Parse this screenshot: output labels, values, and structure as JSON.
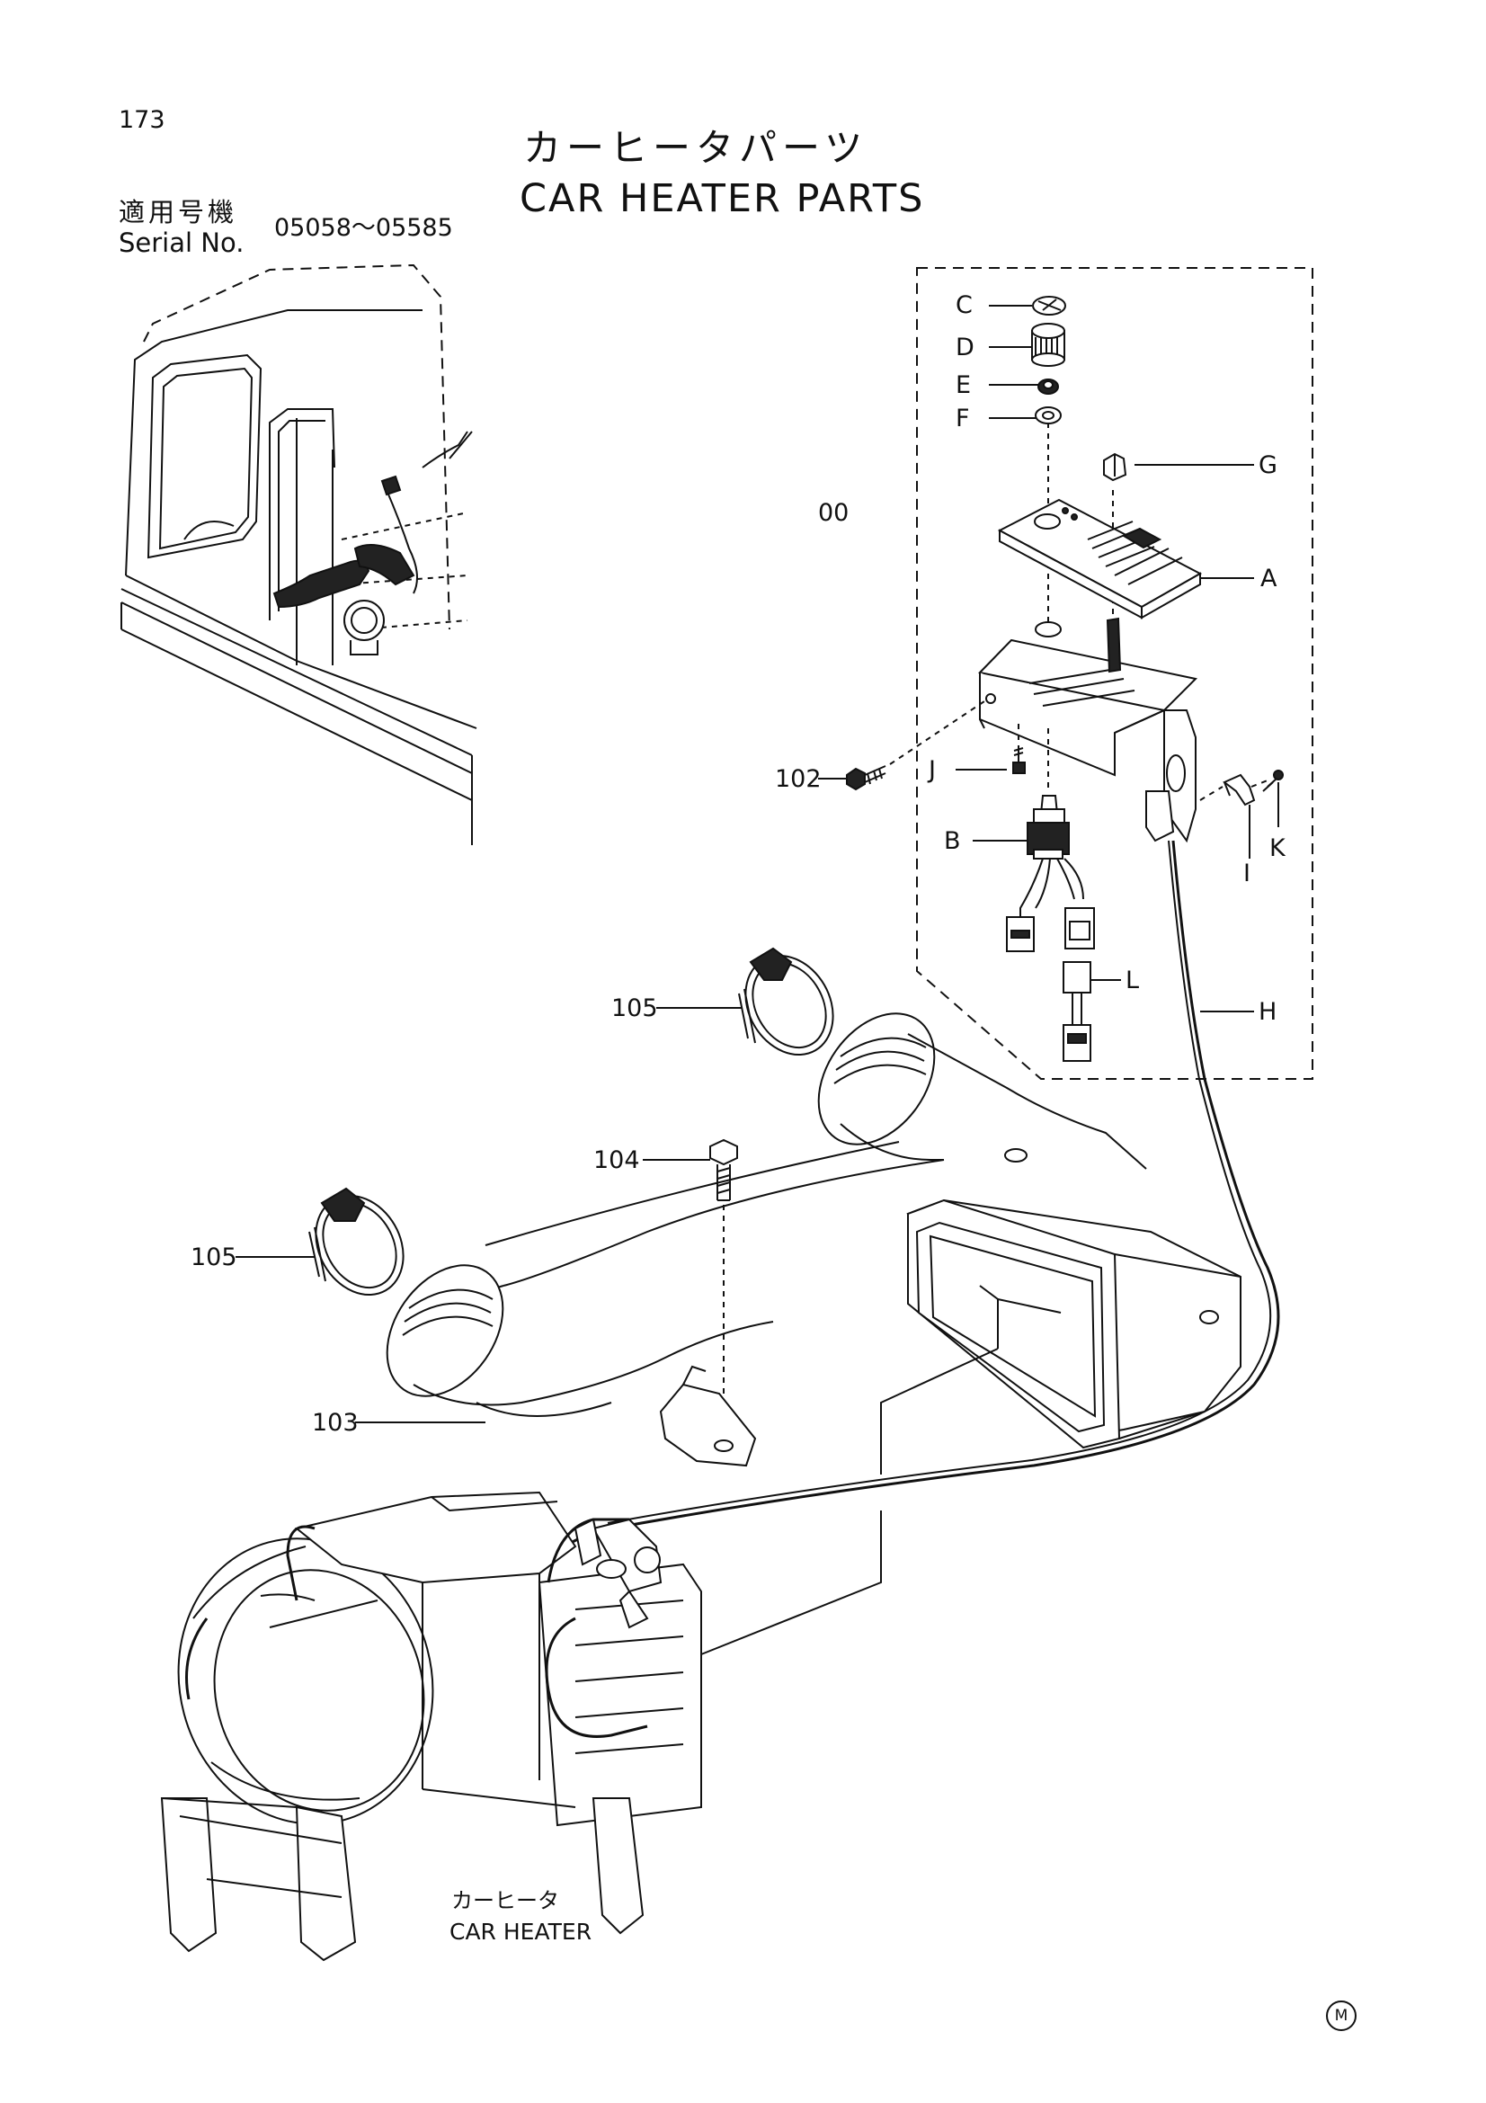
{
  "header": {
    "page_number": "173",
    "title_jp": "カーヒータパーツ",
    "title_en": "CAR HEATER PARTS",
    "serial_label_jp": "適用号機",
    "serial_label_en": "Serial No.",
    "serial_range": "05058～05585"
  },
  "callouts": [
    {
      "id": "C",
      "label": "C"
    },
    {
      "id": "D",
      "label": "D"
    },
    {
      "id": "E",
      "label": "E"
    },
    {
      "id": "F",
      "label": "F"
    },
    {
      "id": "G",
      "label": "G"
    },
    {
      "id": "00",
      "label": "00"
    },
    {
      "id": "A",
      "label": "A"
    },
    {
      "id": "102",
      "label": "102"
    },
    {
      "id": "J",
      "label": "J"
    },
    {
      "id": "B",
      "label": "B"
    },
    {
      "id": "I",
      "label": "I"
    },
    {
      "id": "K",
      "label": "K"
    },
    {
      "id": "L",
      "label": "L"
    },
    {
      "id": "H",
      "label": "H"
    },
    {
      "id": "105a",
      "label": "105"
    },
    {
      "id": "104",
      "label": "104"
    },
    {
      "id": "105b",
      "label": "105"
    },
    {
      "id": "103",
      "label": "103"
    }
  ],
  "car_heater": {
    "label_jp": "カーヒータ",
    "label_en": "CAR HEATER"
  },
  "footer_mark": "M"
}
